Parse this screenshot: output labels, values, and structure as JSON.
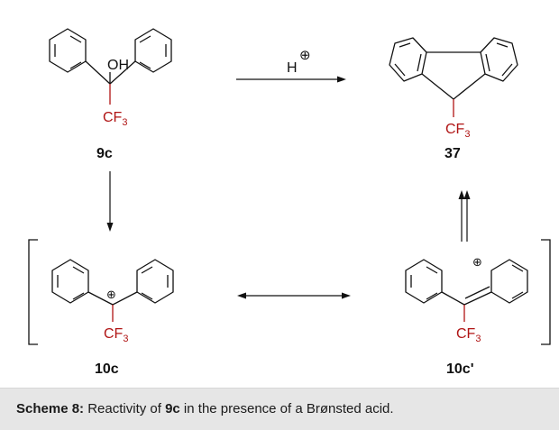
{
  "scheme": {
    "reagent": {
      "main": "H",
      "charge": "⊕"
    },
    "labels": {
      "hydroxyl": "OH",
      "cf3": "CF",
      "cf3_sub": "3",
      "charge": "⊕"
    },
    "compounds": {
      "c9c": "9c",
      "c37": "37",
      "c10c": "10c",
      "c10cp": "10c'"
    }
  },
  "caption": {
    "prefix": "Scheme 8:",
    "text_a": " Reactivity of ",
    "ref": "9c",
    "text_b": " in the presence of a Brønsted acid."
  },
  "colors": {
    "heteroatom": "#b01414",
    "caption_bg": "#e6e6e6"
  }
}
